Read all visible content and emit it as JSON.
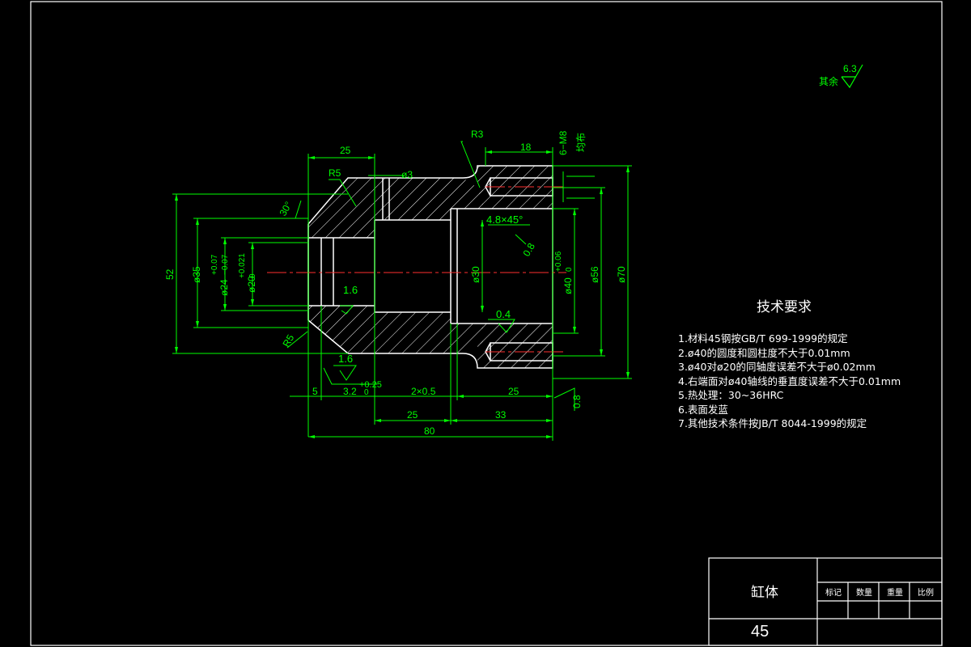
{
  "dimensions": {
    "d25_top": "25",
    "d18": "18",
    "r3": "R3",
    "thread": "6−M8",
    "thread_note": "均布",
    "r5": "R5",
    "d3": "ø3",
    "ang30": "30°",
    "chamfer": "4.8×45°",
    "rough08a": "0.8",
    "d52": "52",
    "d35": "ø35",
    "d24": "ø24",
    "d24_tol_up": "+0.07",
    "d24_tol_lo": "−0.07",
    "d20": "ø20",
    "d20_tol_up": "+0.021",
    "d20_tol_lo": "0",
    "d30": "ø30",
    "d40": "ø40",
    "d40_tol_up": "+0.06",
    "d40_tol_lo": "0",
    "d56": "ø56",
    "d70": "ø70",
    "rough16a": "1.6",
    "rough04": "0.4",
    "r5b": "R5",
    "rough16b": "1.6",
    "tol025": "+0.25",
    "d5": "5",
    "d32": "3.2",
    "d32_tol": "0",
    "d2x05": "2×0.5",
    "d25_right": "25",
    "rough08b": "0.8",
    "d25_bottom": "25",
    "d33": "33",
    "d80": "80"
  },
  "surface_rest": {
    "label": "其余",
    "value": "6.3"
  },
  "tech_requirements": {
    "title": "技术要求",
    "items": [
      "1.材料45钢按GB/T 699-1999的规定",
      "2.ø40的圆度和圆柱度不大于0.01mm",
      "3.ø40对ø20的同轴度误差不大于ø0.02mm",
      "4.右端面对ø40轴线的垂直度误差不大于0.01mm",
      "5.热处理：30~36HRC",
      "6.表面发蓝",
      "7.其他技术条件按JB/T 8044-1999的规定"
    ]
  },
  "title_block": {
    "part_name": "缸体",
    "material": "45",
    "headers": [
      "标记",
      "数量",
      "重量",
      "比例"
    ]
  },
  "colors": {
    "outline": "#ffffff",
    "dimension": "#00ff00",
    "centerline": "#ff3030",
    "hatch": "#ffffff",
    "background": "#000000"
  }
}
